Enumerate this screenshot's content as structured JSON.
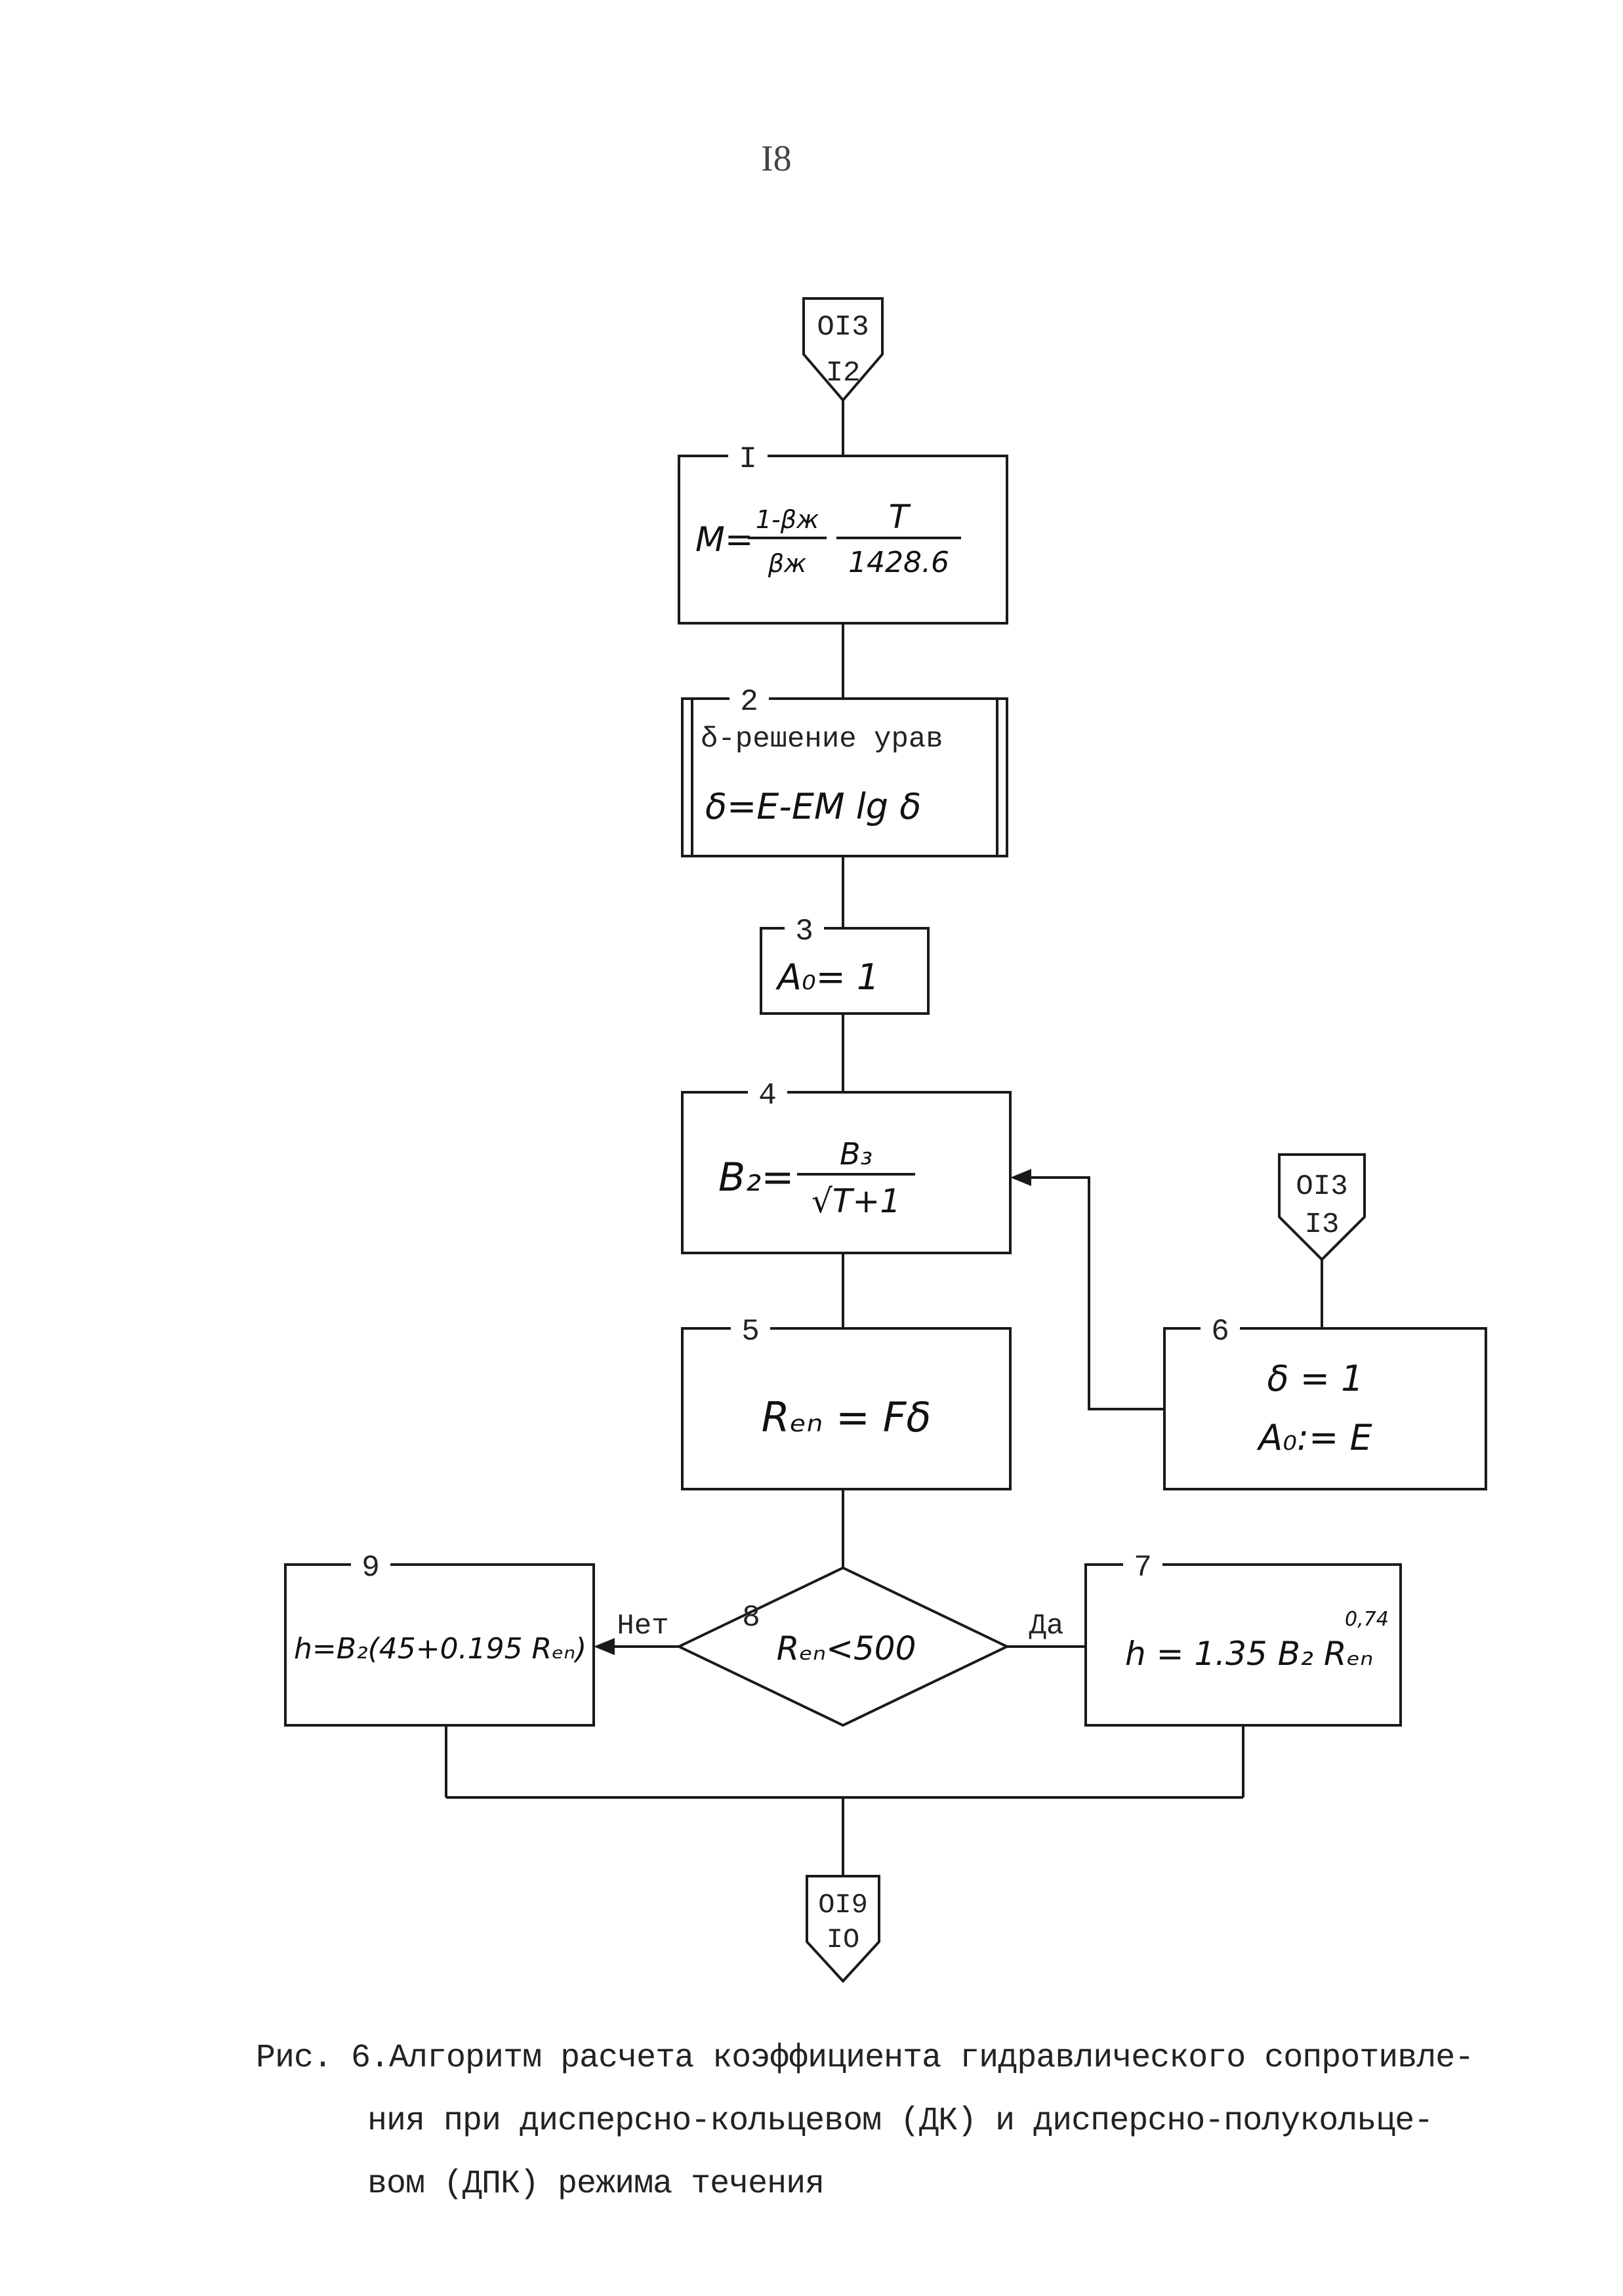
{
  "page_number": "I8",
  "connectors": {
    "top": {
      "line1": "OI3",
      "line2": "I2"
    },
    "right": {
      "line1": "OI3",
      "line2": "I3"
    },
    "bottom": {
      "line1": "OI9",
      "line2": "IO"
    }
  },
  "blocks": {
    "b1": {
      "num": "I",
      "lhs": "M=",
      "frac1_num": "1-βж",
      "frac1_den": "βж",
      "frac2_num": "T",
      "frac2_den": "1428.6"
    },
    "b2": {
      "num": "2",
      "line1": "δ-решение урав",
      "line2": "δ=E-EM lg δ"
    },
    "b3": {
      "num": "3",
      "text": "A₀= 1"
    },
    "b4": {
      "num": "4",
      "lhs": "B₂=",
      "frac_num": "B₃",
      "frac_den": "√T+1"
    },
    "b5": {
      "num": "5",
      "text": "Rₑₙ = Fδ"
    },
    "b6": {
      "num": "6",
      "line1": "δ = 1",
      "line2": "A₀:= E"
    },
    "b7": {
      "num": "7",
      "text": "h = 1.35 B₂ Rₑₙ",
      "exponent": "0,74"
    },
    "b8": {
      "num": "8",
      "text": "Rₑₙ<500"
    },
    "b9": {
      "num": "9",
      "text": "h=B₂(45+0.195 Rₑₙ)"
    }
  },
  "branch_labels": {
    "no": "Нет",
    "yes": "Да"
  },
  "caption": {
    "line1": "Рис. 6.Алгоритм расчета коэффициента гидравлического сопротивле-",
    "line2": "ния при дисперсно-кольцевом (ДК) и дисперсно-полукольце-",
    "line3": "вом (ДПК) режима течения"
  }
}
